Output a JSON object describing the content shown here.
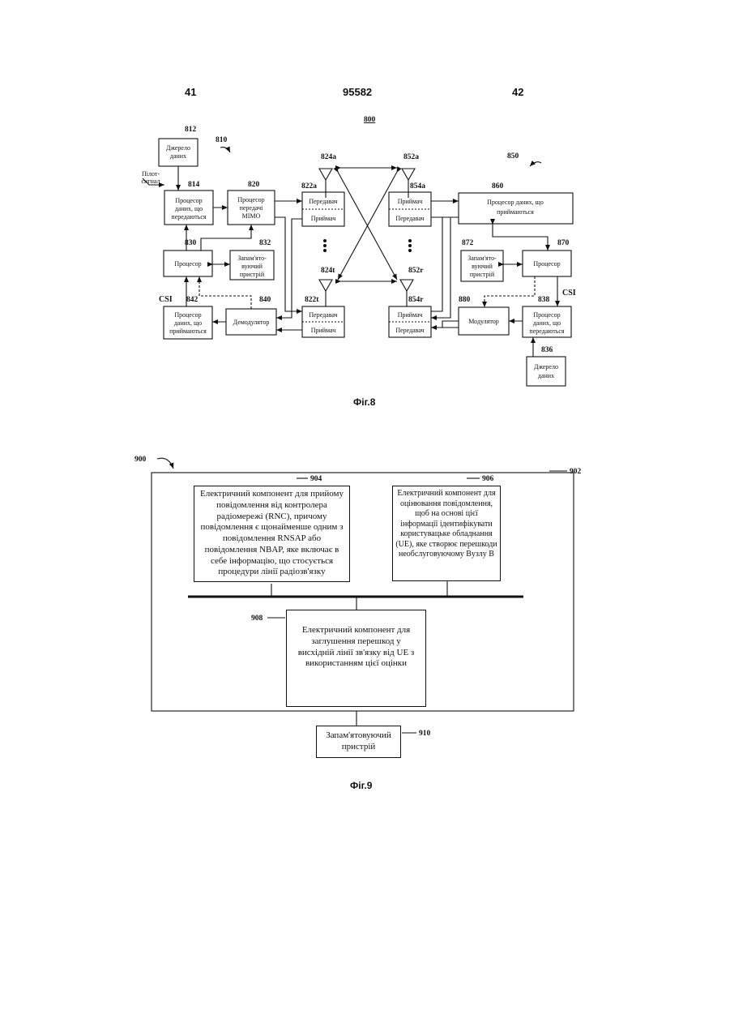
{
  "header": {
    "left": "41",
    "center": "95582",
    "right": "42"
  },
  "fig8": {
    "label": "800",
    "caption": "Фіг.8",
    "refs": {
      "r812": "812",
      "r810": "810",
      "r814": "814",
      "r820": "820",
      "r830": "830",
      "r832": "832",
      "r842": "842",
      "r840": "840",
      "r822a": "822a",
      "r822t": "822t",
      "r824a": "824a",
      "r824t": "824t",
      "r852a": "852a",
      "r852r": "852r",
      "r854a": "854a",
      "r854r": "854r",
      "r860": "860",
      "r850": "850",
      "r870": "870",
      "r872": "872",
      "r880": "880",
      "r838": "838",
      "r836": "836"
    },
    "texts": {
      "src1_l1": "Джерело",
      "src1_l2": "даних",
      "pilot_l1": "Пілот-",
      "pilot_l2": "сигнал",
      "txproc_l1": "Процесор",
      "txproc_l2": "даних, що",
      "txproc_l2b": "передаються",
      "mimo_l1": "Процесор",
      "mimo_l2": "передачі",
      "mimo_l3": "MIMO",
      "proc_l": "Процесор",
      "mem_l1": "Запам'ято-",
      "mem_l2": "вуючий",
      "mem_l3": "пристрій",
      "csi": "CSI",
      "rxproc_l1": "Процесор",
      "rxproc_l2": "даних, що",
      "rxproc_l3": "приймаються",
      "demod": "Демодулятор",
      "tx": "Передавач",
      "rx": "Приймач",
      "rxdata_l1": "Процесор даних, що",
      "rxdata_l2": "приймаються",
      "proc_r": "Процесор",
      "mem_r1": "Запам'ято-",
      "mem_r2": "вуючий",
      "mem_r3": "пристрій",
      "mod": "Модулятор",
      "txproc_r1": "Процесор",
      "txproc_r2": "даних, що",
      "txproc_r3": "передаються",
      "csi_r": "CSI",
      "src2_l1": "Джерело",
      "src2_l2": "даних"
    }
  },
  "fig9": {
    "caption": "Фіг.9",
    "refs": {
      "r900": "900",
      "r902": "902",
      "r904": "904",
      "r906": "906",
      "r908": "908",
      "r910": "910"
    },
    "box904": "Електричний компонент для прийому повідомлення від контролера радіомережі (RNC), причому повідомлення є щонайменше одним з повідомлення RNSAP або повідомлення NBAP, яке включає в себе інформацію, що стосується процедури лінії радіозв'язку",
    "box906": "Електричний компонент для оцінювання повідомлення, щоб на основі цієї інформації ідентифікувати користувацьке обладнання (UE), яке створює перешкоди необслуговуючому Вузлу В",
    "box908": "Електричний компонент для заглушення перешкод у висхідній лінії зв'язку від UE з використанням цієї оцінки",
    "box910": "Запам'ятовуючий пристрій"
  }
}
